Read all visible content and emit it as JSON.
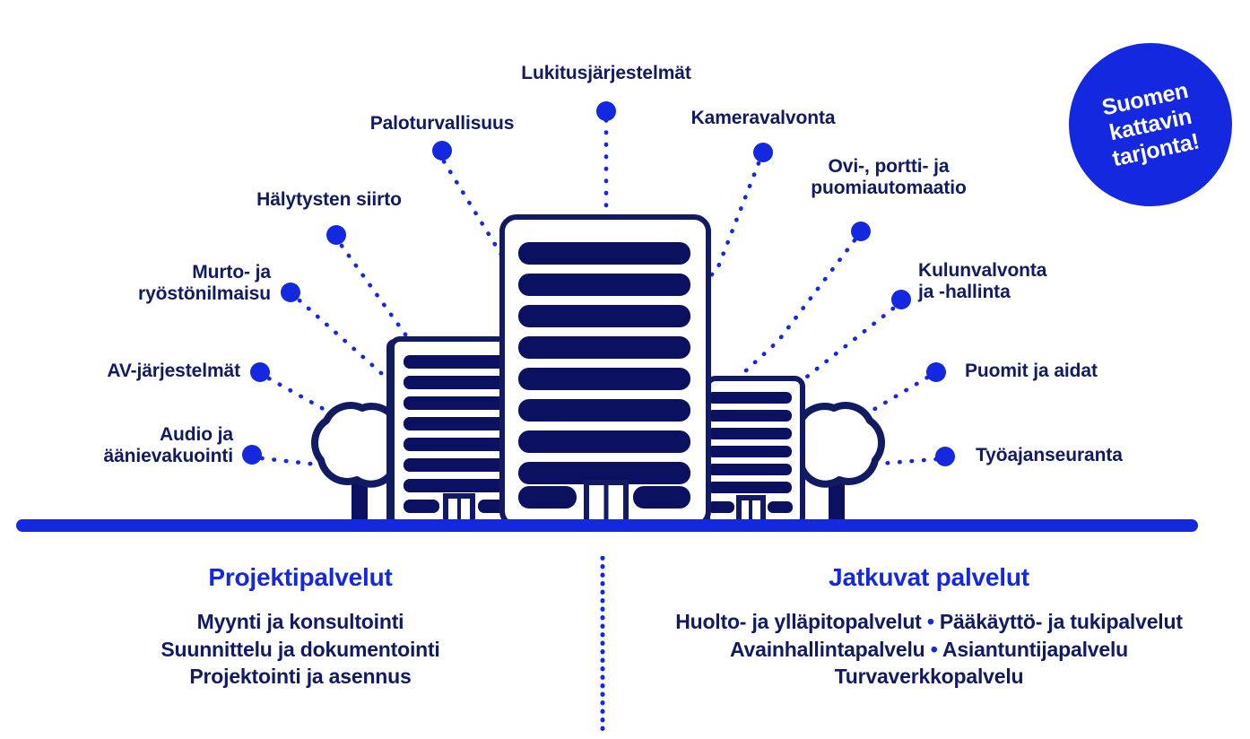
{
  "colors": {
    "brand_blue": "#1428e0",
    "navy": "#111a63",
    "building_navy": "#0b1160",
    "white": "#ffffff"
  },
  "badge": {
    "text": "Suomen\nkattavin\ntarjonta!",
    "shape": "circle"
  },
  "callouts": [
    {
      "id": "lukitusjarjestelmat",
      "label": "Lukitusjärjestelmät",
      "align": "center",
      "dot": [
        676,
        124
      ]
    },
    {
      "id": "paloturvallisuus",
      "label": "Paloturvallisuus",
      "align": "center",
      "dot": [
        493,
        168
      ]
    },
    {
      "id": "kameravalvonta",
      "label": "Kameravalvonta",
      "align": "center",
      "dot": [
        851,
        170
      ]
    },
    {
      "id": "halytysten-siirto",
      "label": "Hälytysten siirto",
      "align": "center",
      "dot": [
        375,
        262
      ]
    },
    {
      "id": "ovi-portti-puomi",
      "label": "Ovi-, portti- ja\npuomiautomaatio",
      "align": "center",
      "dot": [
        960,
        258
      ]
    },
    {
      "id": "murto-ja-ryosto",
      "label": "Murto- ja\nryöstönilmaisu",
      "align": "right",
      "dot": [
        324,
        326
      ]
    },
    {
      "id": "kulunvalvonta",
      "label": "Kulunvalvonta\nja -hallinta",
      "align": "left",
      "dot": [
        1005,
        334
      ]
    },
    {
      "id": "av-jarjestelmat",
      "label": "AV-järjestelmät",
      "align": "right",
      "dot": [
        290,
        415
      ]
    },
    {
      "id": "puomit-ja-aidat",
      "label": "Puomit ja aidat",
      "align": "left",
      "dot": [
        1044,
        415
      ]
    },
    {
      "id": "audio-ja-aanievakuointi",
      "label": "Audio ja\näänievakuointi",
      "align": "right",
      "dot": [
        281,
        507
      ]
    },
    {
      "id": "tyoajanseuranta",
      "label": "Työajanseuranta",
      "align": "left",
      "dot": [
        1054,
        509
      ]
    }
  ],
  "services": {
    "project": {
      "title": "Projektipalvelut",
      "lines": [
        "Myynti ja konsultointi",
        "Suunnittelu ja dokumentointi",
        "Projektointi ja asennus"
      ]
    },
    "ongoing": {
      "title": "Jatkuvat palvelut",
      "lines": [
        "Huolto- ja ylläpitopalvelut • Pääkäyttö- ja tukipalvelut",
        "Avainhallintapalvelu • Asiantuntijapalvelu",
        "Turvaverkkopalvelu"
      ]
    }
  },
  "illustration": {
    "ground_line": "blue horizontal bar",
    "buildings": [
      "left-building",
      "center-building",
      "right-building"
    ],
    "trees": [
      "left-tree",
      "right-tree"
    ]
  }
}
